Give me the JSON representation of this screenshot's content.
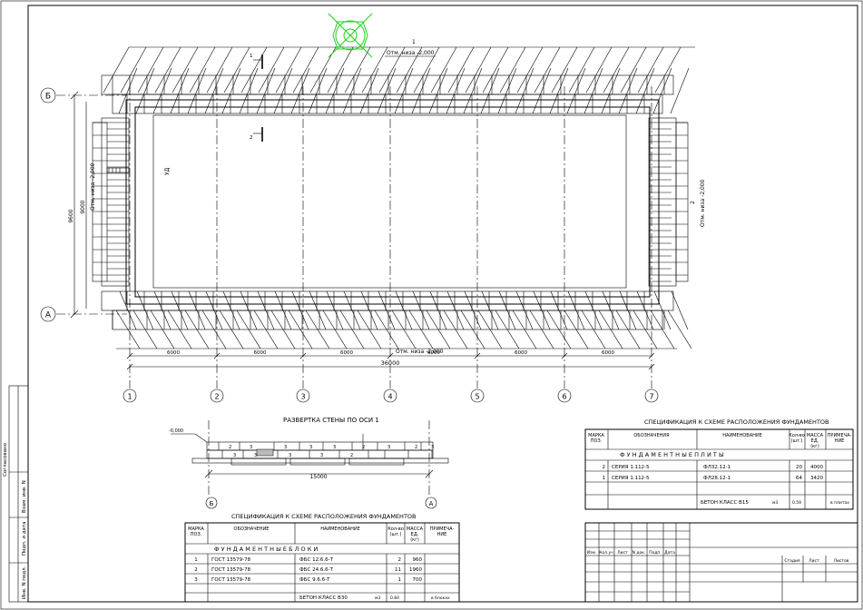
{
  "plan": {
    "level_label": "Отм. низа -2,000",
    "level_label_bottom": "Отм. низа -2,000",
    "dim_height_outer": "9600",
    "dim_height_inner": "9000",
    "dim_width_total": "36000",
    "dim_span": "6000",
    "ug_label": "УД",
    "cut_1": "1",
    "cut_2": "2",
    "axes_letters": [
      "Б",
      "А"
    ],
    "axes_numbers": [
      "1",
      "2",
      "3",
      "4",
      "5",
      "6",
      "7"
    ]
  },
  "razvertka": {
    "title": "РАЗВЕРТКА СТЕНЫ ПО ОСИ 1",
    "level": "-0,000",
    "dim": "15000",
    "axes": [
      "Б",
      "А"
    ],
    "block_nums": [
      "2",
      "3",
      "3",
      "3",
      "3",
      "2",
      "3",
      "2",
      "3",
      "3",
      "3",
      "3",
      "3",
      "2"
    ]
  },
  "spec_left": {
    "title": "СПЕЦИФИКАЦИЯ К СХЕМЕ РАСПОЛОЖЕНИЯ ФУНДАМЕНТОВ",
    "headers": [
      "МАРКА ПОЗ.",
      "ОБОЗНАЧЕНИЕ",
      "НАИМЕНОВАНИЕ",
      "Кол-во (шт.)",
      "МАССА ЕД. (кг)",
      "ПРИМЕЧА- НИЕ"
    ],
    "section": "Ф У Н Д А М Е Н Т Н Ы Е   Б Л О К И",
    "rows": [
      [
        "1",
        "ГОСТ 13579-78",
        "ФБС 12.6.6-Т",
        "2",
        "960",
        ""
      ],
      [
        "2",
        "ГОСТ 13579-78",
        "ФБС 24.6.6-Т",
        "11",
        "1960",
        ""
      ],
      [
        "3",
        "ГОСТ 13579-78",
        "ФБС 9.6.6-Т",
        "1",
        "700",
        ""
      ]
    ],
    "concrete": "БЕТОН КЛАСС В30",
    "concrete_unit": "м3",
    "concrete_qty": "0.84",
    "concrete_note": "в блоках"
  },
  "spec_right": {
    "title": "СПЕЦИФИКАЦИЯ К СХЕМЕ РАСПОЛОЖЕНИЯ ФУНДАМЕНТОВ",
    "headers": [
      "МАРКА ПОЗ.",
      "ОБОЗНАЧЕНИЯ",
      "НАИМЕНОВАНИЕ",
      "Кол-во (шт.)",
      "МАССА ЕД. (кг)",
      "ПРИМЕЧА- НИЕ"
    ],
    "section": "Ф У Н Д А М Е Н Т Н Ы Е   П Л И Т Ы",
    "rows": [
      [
        "2",
        "СЕРИЯ 1.112-5",
        "ФЛ32.12-1",
        "20",
        "4000",
        ""
      ],
      [
        "1",
        "СЕРИЯ 1.112-5",
        "ФЛ28.12-1",
        "64",
        "3420",
        ""
      ]
    ],
    "concrete": "БЕТОН КЛАСС В15",
    "concrete_unit": "м3",
    "concrete_qty": "0.59",
    "concrete_note": "в плитах"
  },
  "stamp": {
    "cols": [
      "Изм.",
      "Кол.уч",
      "Лист",
      "N док.",
      "Подп.",
      "Дата"
    ],
    "stage_cols": [
      "Стадия",
      "Лист",
      "Листов"
    ]
  },
  "side_stamp": [
    "Взам. инв. N",
    "Подп. и дата",
    "Инв. N подл.",
    "Согласовано"
  ]
}
